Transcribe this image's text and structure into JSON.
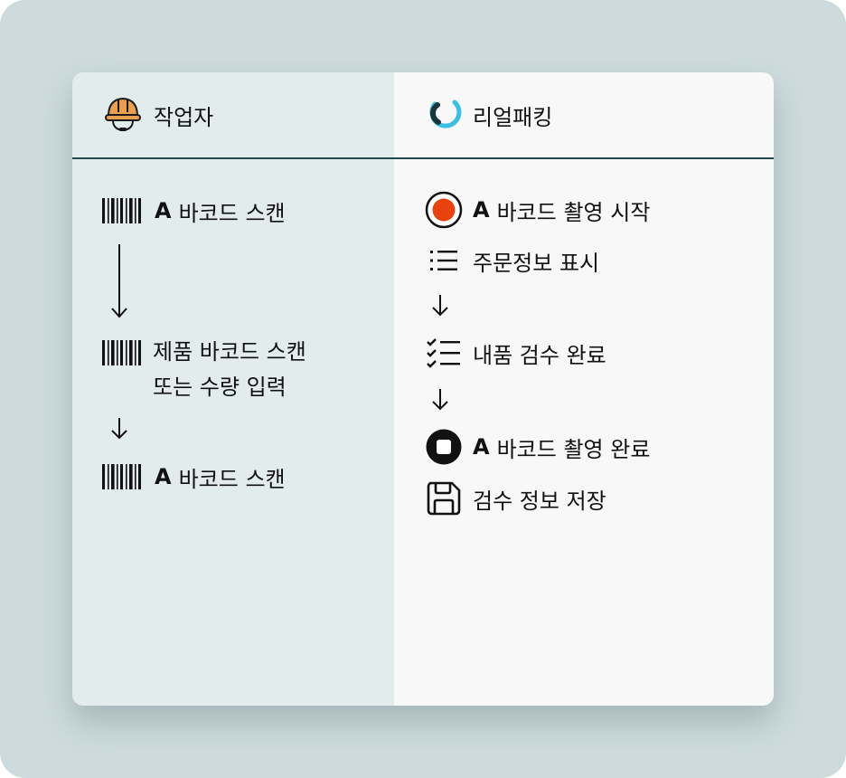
{
  "left": {
    "header": {
      "title": "작업자",
      "icon": "hardhat-worker-icon"
    },
    "steps": [
      {
        "bold": "A",
        "text": "바코드 스캔",
        "icon": "barcode-icon"
      },
      {
        "line1": "제품 바코드 스캔",
        "line2": "또는 수량 입력",
        "icon": "barcode-icon"
      },
      {
        "bold": "A",
        "text": "바코드 스캔",
        "icon": "barcode-icon"
      }
    ]
  },
  "right": {
    "header": {
      "title": "리얼패킹",
      "icon": "realpacking-logo-icon"
    },
    "steps": [
      {
        "bold": "A",
        "text": "바코드 촬영 시작",
        "icon": "record-icon"
      },
      {
        "text": "주문정보 표시",
        "icon": "list-icon"
      },
      {
        "text": "내품 검수 완료",
        "icon": "checklist-icon"
      },
      {
        "bold": "A",
        "text": "바코드 촬영 완료",
        "icon": "stop-icon"
      },
      {
        "text": "검수 정보 저장",
        "icon": "save-icon"
      }
    ]
  },
  "colors": {
    "divider": "#244a50",
    "record": "#e8430f",
    "helmet": "#e8a050",
    "logo": "#3bbfe0"
  }
}
